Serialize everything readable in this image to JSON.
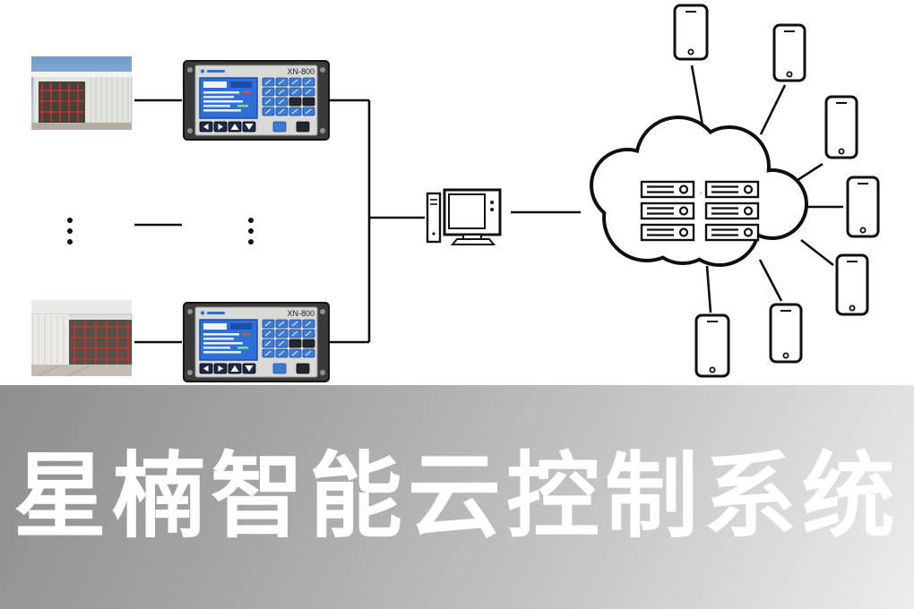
{
  "banner": {
    "title": "星楠智能云控制系统"
  },
  "diagram": {
    "controller": {
      "model": "XN-800"
    },
    "counts": {
      "site_photos": 2,
      "controllers": 2,
      "smartphones": 7,
      "cloud_servers": 6
    },
    "icons": {
      "site_photo": "drying-room-photo",
      "controller": "xn800-controller-panel",
      "ellipsis": "more-items-dots",
      "computer": "desktop-computer-icon",
      "cloud": "cloud-servers-icon",
      "phone": "smartphone-icon"
    },
    "colors": {
      "line": "#0f0f0f",
      "screen_blue": "#2e6fd8",
      "key_blue": "#3a7bd5",
      "scaffold_red": "#c0392b",
      "banner_text": "#ffffff"
    }
  }
}
